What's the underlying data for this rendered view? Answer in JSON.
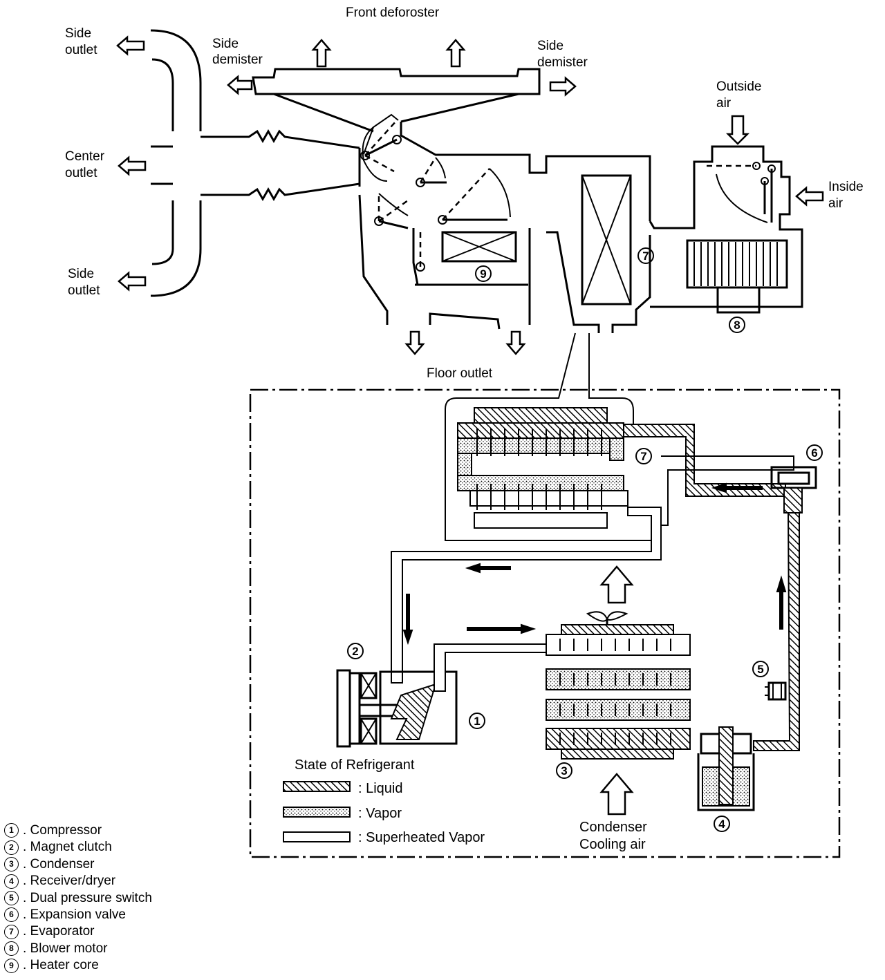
{
  "labels": {
    "front_defroster": "Front deforoster",
    "side_outlet_top": [
      "Side",
      "outlet"
    ],
    "side_demister_left": [
      "Side",
      "demister"
    ],
    "side_demister_right": [
      "Side",
      "demister"
    ],
    "outside_air": [
      "Outside",
      "air"
    ],
    "center_outlet": [
      "Center",
      "outlet"
    ],
    "inside_air": [
      "Inside",
      "air"
    ],
    "side_outlet_bottom": [
      "Side",
      "outlet"
    ],
    "floor_outlet": "Floor outlet",
    "condenser_cooling_air": [
      "Condenser",
      "Cooling air"
    ]
  },
  "callouts": {
    "c1": "1",
    "c2": "2",
    "c3": "3",
    "c4": "4",
    "c5": "5",
    "c6": "6",
    "c7_top": "7",
    "c7_bottom": "7",
    "c8": "8",
    "c9": "9"
  },
  "refrigerant_legend": {
    "title": "State of Refrigerant",
    "liquid": ": Liquid",
    "vapor": ": Vapor",
    "superheated": ": Superheated Vapor"
  },
  "components": [
    {
      "num": "1",
      "label": ". Compressor"
    },
    {
      "num": "2",
      "label": ". Magnet clutch"
    },
    {
      "num": "3",
      "label": ". Condenser"
    },
    {
      "num": "4",
      "label": ". Receiver/dryer"
    },
    {
      "num": "5",
      "label": ". Dual pressure switch"
    },
    {
      "num": "6",
      "label": ". Expansion valve"
    },
    {
      "num": "7",
      "label": ". Evaporator"
    },
    {
      "num": "8",
      "label": ". Blower motor"
    },
    {
      "num": "9",
      "label": ". Heater core"
    }
  ]
}
